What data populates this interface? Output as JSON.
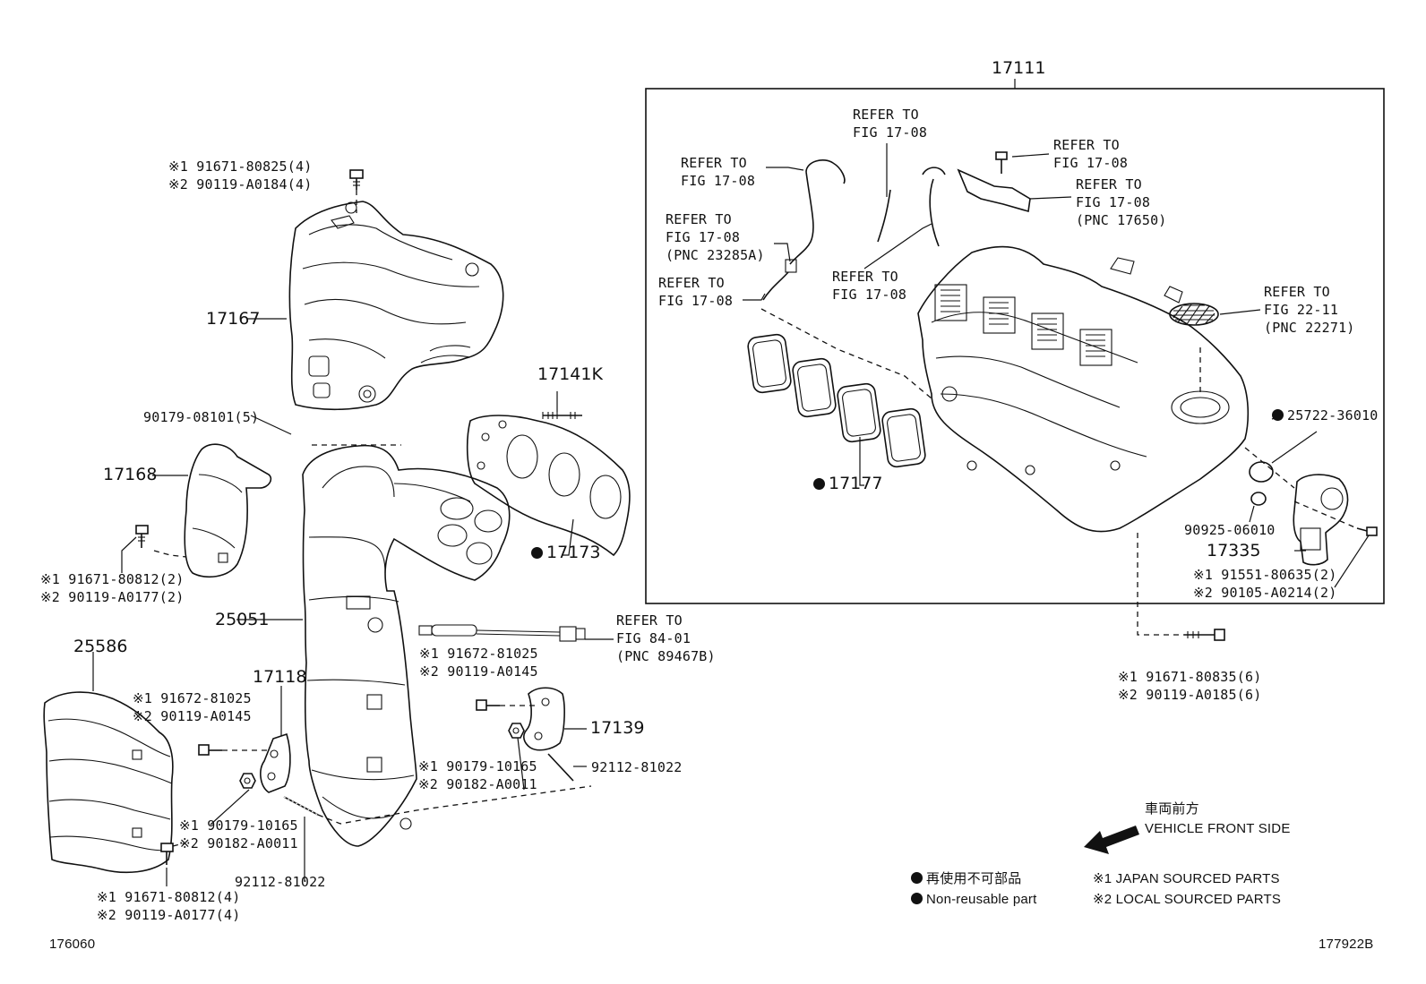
{
  "callouts": {
    "c17111": "17111",
    "c17167": "17167",
    "c17168": "17168",
    "c17141k": "17141K",
    "c17173": "17173",
    "c17177": "17177",
    "c25051": "25051",
    "c25586": "25586",
    "c17118": "17118",
    "c17139": "17139",
    "c17335": "17335",
    "c90179_08101": "90179-08101(5)",
    "c92112_a": "92112-81022",
    "c92112_b": "92112-81022",
    "c25722": "25722-36010",
    "c90925": "90925-06010"
  },
  "refs": {
    "r1": [
      "REFER TO",
      "FIG 17-08"
    ],
    "r2": [
      "REFER TO",
      "FIG 17-08"
    ],
    "r3": [
      "REFER TO",
      "FIG 17-08"
    ],
    "r4": [
      "REFER TO",
      "FIG 17-08",
      "(PNC 17650)"
    ],
    "r5": [
      "REFER TO",
      "FIG 17-08",
      "(PNC 23285A)"
    ],
    "r6": [
      "REFER TO",
      "FIG 17-08"
    ],
    "r7": [
      "REFER TO",
      "FIG 17-08"
    ],
    "r8": [
      "REFER TO",
      "FIG 22-11",
      "(PNC 22271)"
    ],
    "r9": [
      "REFER TO",
      "FIG 84-01",
      "(PNC 89467B)"
    ]
  },
  "bolt_refs": {
    "b1": [
      "※1 91671-80825(4)",
      "※2 90119-A0184(4)"
    ],
    "b2": [
      "※1 91671-80812(2)",
      "※2 90119-A0177(2)"
    ],
    "b3": [
      "※1 91672-81025",
      "※2 90119-A0145"
    ],
    "b4": [
      "※1 91672-81025",
      "※2 90119-A0145"
    ],
    "b5": [
      "※1 90179-10165",
      "※2 90182-A0011"
    ],
    "b6": [
      "※1 90179-10165",
      "※2 90182-A0011"
    ],
    "b7": [
      "※1 91671-80812(4)",
      "※2 90119-A0177(4)"
    ],
    "b8": [
      "※1 91551-80635(2)",
      "※2 90105-A0214(2)"
    ],
    "b9": [
      "※1 91671-80835(6)",
      "※2 90119-A0185(6)"
    ]
  },
  "direction": {
    "jp": "車両前方",
    "en": "VEHICLE FRONT SIDE"
  },
  "legend": {
    "jp": "再使用不可部品",
    "en": "Non-reusable part",
    "s1": "※1 JAPAN SOURCED PARTS",
    "s2": "※2 LOCAL SOURCED PARTS"
  },
  "footer": {
    "left": "176060",
    "right": "177922B"
  }
}
